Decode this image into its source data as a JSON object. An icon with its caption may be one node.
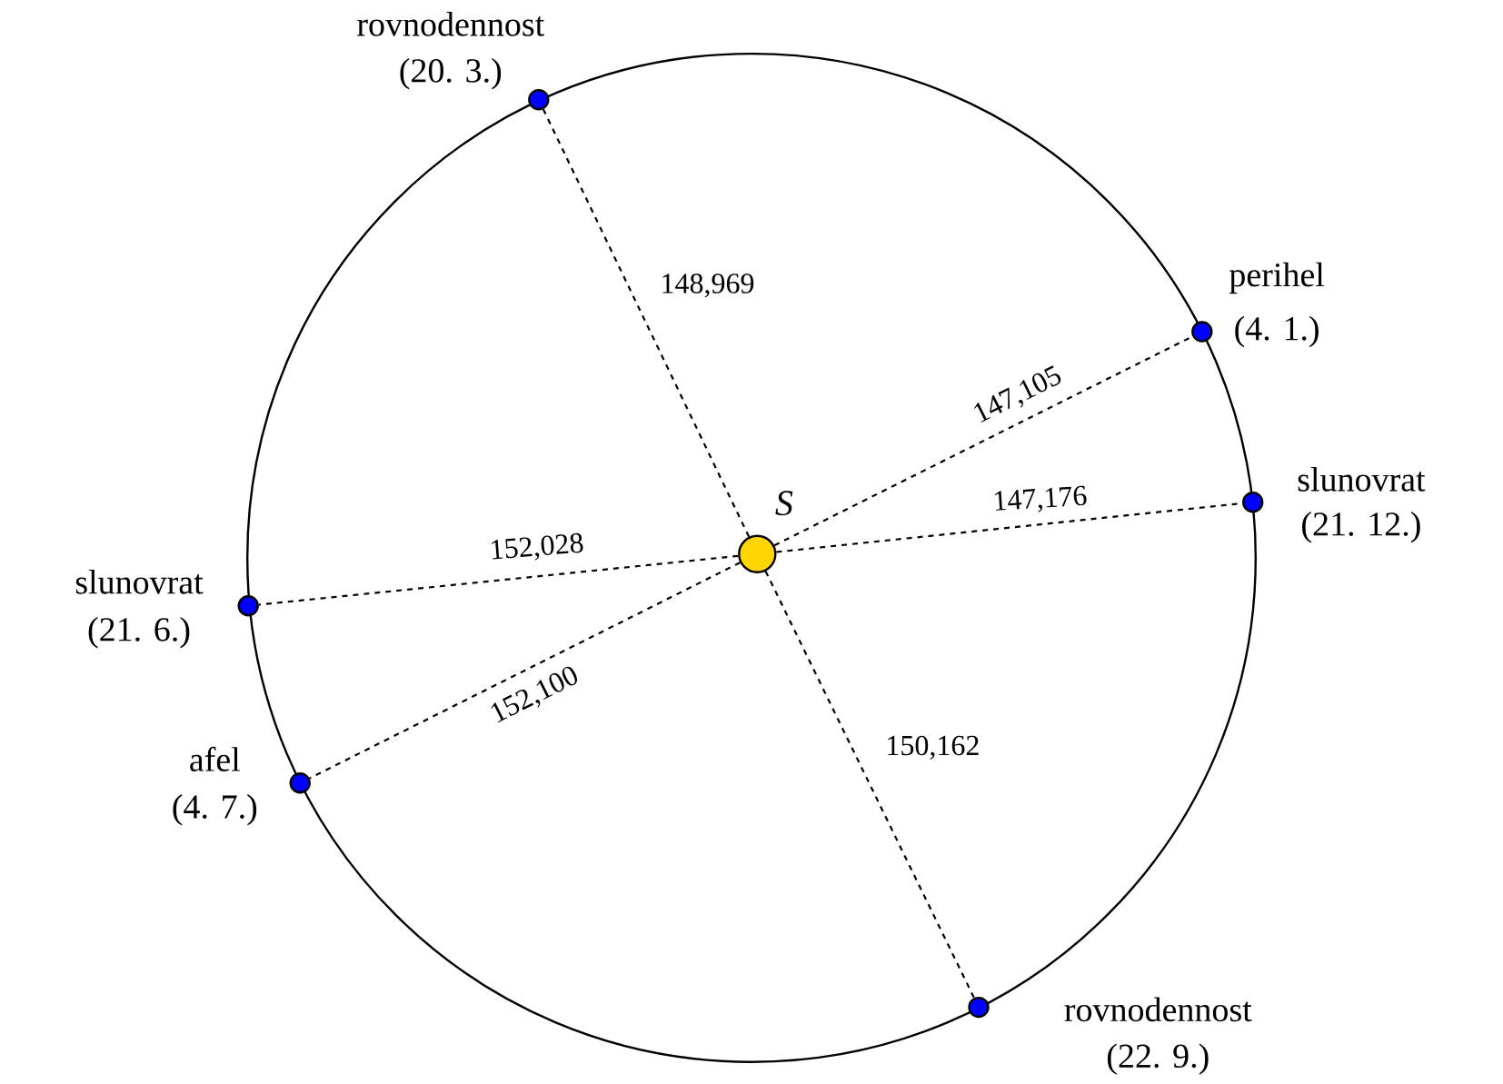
{
  "diagram": {
    "nodes": [
      {
        "text": [],
        "shape": "circle",
        "beside": [
          "S"
        ]
      },
      {
        "text": [],
        "shape": "circle",
        "beside": [
          "rovnodennost",
          "(20. 3.)"
        ]
      },
      {
        "text": [],
        "shape": "circle",
        "beside": [
          "perihel",
          "(4. 1.)"
        ]
      },
      {
        "text": [],
        "shape": "circle",
        "beside": [
          "slunovrat",
          "(21. 12.)"
        ]
      },
      {
        "text": [],
        "shape": "circle",
        "beside": [
          "slunovrat",
          "(21. 6.)"
        ]
      },
      {
        "text": [],
        "shape": "circle",
        "beside": [
          "afel",
          "(4. 7.)"
        ]
      },
      {
        "text": [],
        "shape": "circle",
        "beside": [
          "rovnodennost",
          "(22. 9.)"
        ]
      }
    ],
    "edges": [
      {
        "from": 0,
        "to": 1,
        "arrow": "none",
        "style": "dashed",
        "label": "148,969"
      },
      {
        "from": 0,
        "to": 2,
        "arrow": "none",
        "style": "dashed",
        "label": "147,105"
      },
      {
        "from": 0,
        "to": 3,
        "arrow": "none",
        "style": "dashed",
        "label": "147,176"
      },
      {
        "from": 0,
        "to": 4,
        "arrow": "none",
        "style": "dashed",
        "label": "152,028"
      },
      {
        "from": 0,
        "to": 5,
        "arrow": "none",
        "style": "dashed",
        "label": "152,100"
      },
      {
        "from": 0,
        "to": 6,
        "arrow": "none",
        "style": "dashed",
        "label": "150,162"
      }
    ]
  }
}
